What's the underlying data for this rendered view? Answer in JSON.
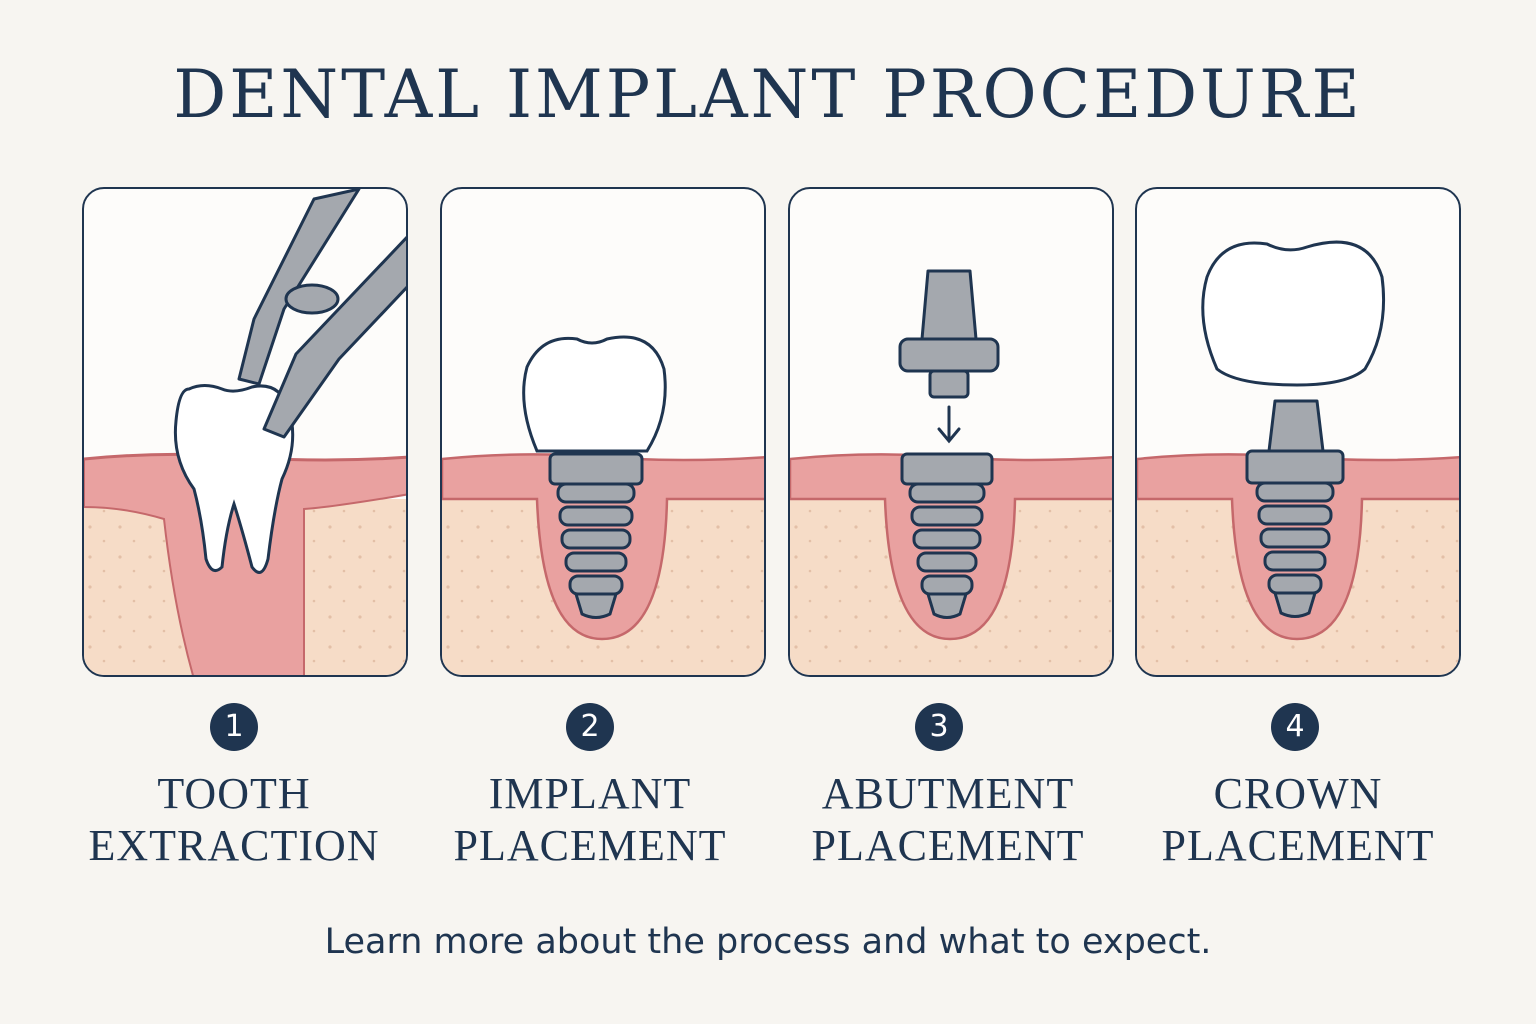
{
  "title": "DENTAL IMPLANT PROCEDURE",
  "steps": [
    {
      "number": "1",
      "line1": "TOOTH",
      "line2": "EXTRACTION"
    },
    {
      "number": "2",
      "line1": "IMPLANT",
      "line2": "PLACEMENT"
    },
    {
      "number": "3",
      "line1": "ABUTMENT",
      "line2": "PLACEMENT"
    },
    {
      "number": "4",
      "line1": "CROWN",
      "line2": "PLACEMENT"
    }
  ],
  "footer": "Learn more about the process and what to expect.",
  "colors": {
    "ink": "#1f3550",
    "gum": "#e9a1a0",
    "bone": "#f6dcc7",
    "metal": "#a4a8ae",
    "tooth": "#ffffff",
    "background": "#f7f5f1"
  },
  "icons": [
    "forceps-icon",
    "tooth-icon",
    "implant-screw-icon",
    "abutment-icon",
    "crown-icon",
    "arrow-down-icon"
  ]
}
